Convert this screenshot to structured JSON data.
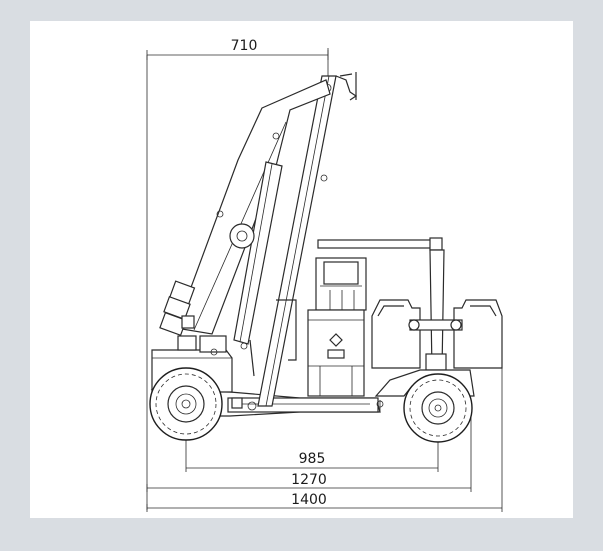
{
  "dimensions": {
    "top_width": "710",
    "wheelbase": "985",
    "length_mid": "1270",
    "length_total": "1400"
  },
  "colors": {
    "background": "#d9dde2",
    "panel": "#ffffff",
    "ink": "#2b2b2b"
  }
}
